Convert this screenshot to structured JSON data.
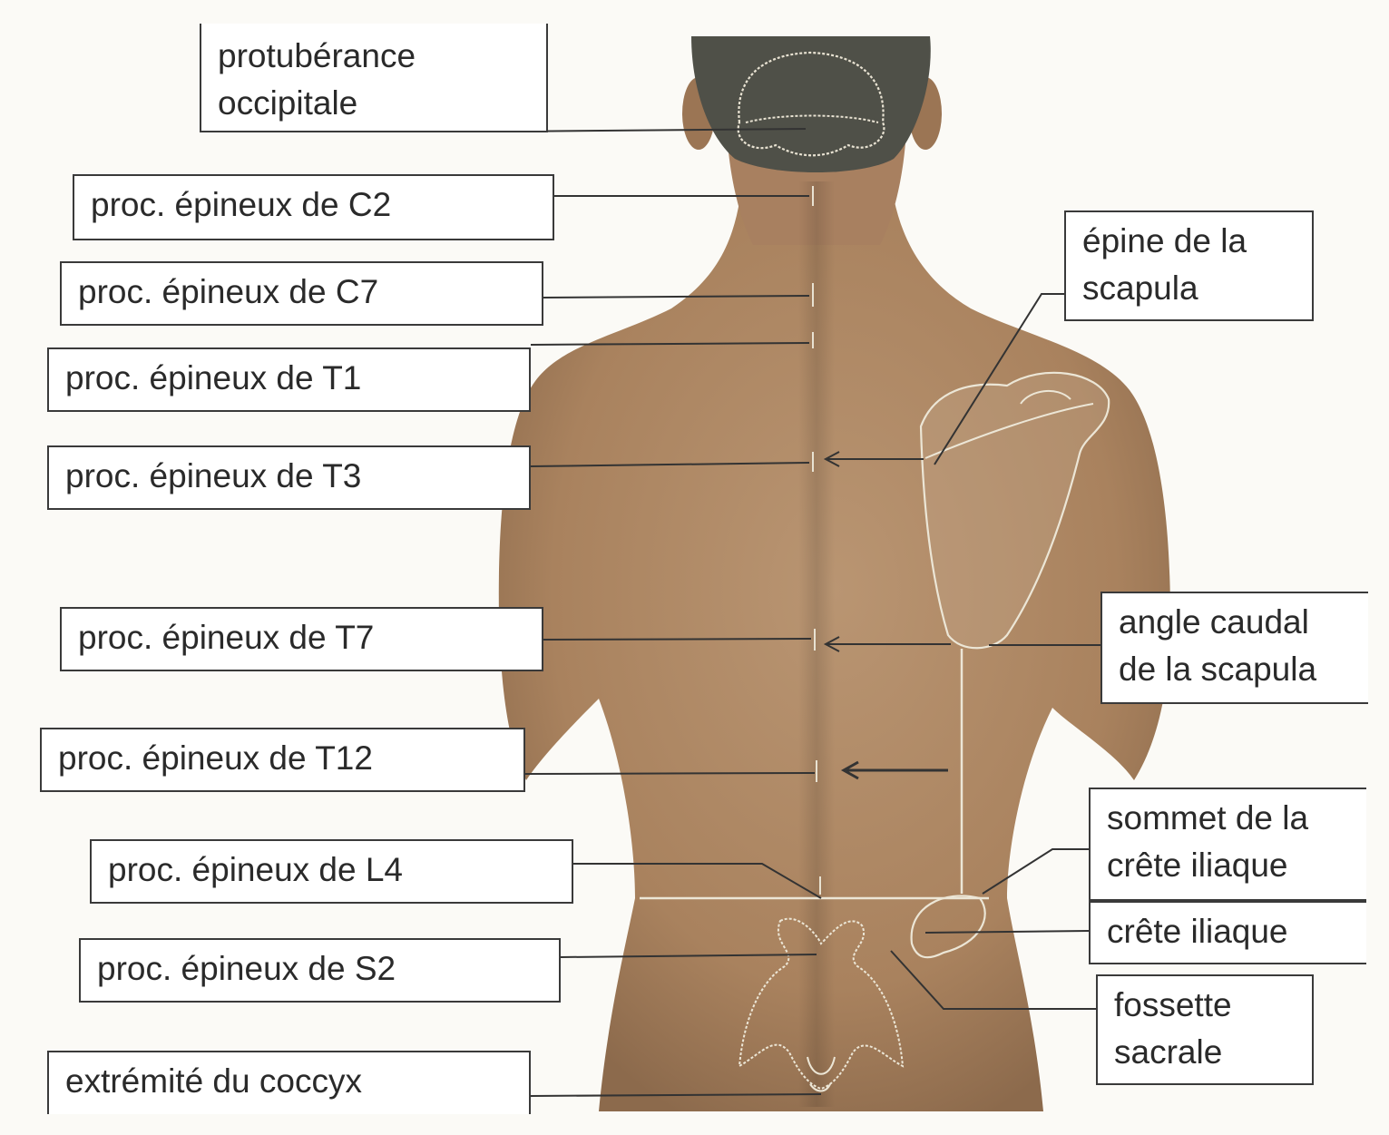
{
  "labels": {
    "occipital_line1": "protubérance",
    "occipital_line2": "occipitale",
    "c2": "proc. épineux de C2",
    "c7": "proc. épineux de C7",
    "t1": "proc. épineux de T1",
    "t3": "proc. épineux de T3",
    "t7": "proc. épineux de T7",
    "t12": "proc. épineux de T12",
    "l4": "proc. épineux de L4",
    "s2": "proc. épineux de S2",
    "coccyx": "extrémité du coccyx",
    "scapula_spine_line1": "épine de la",
    "scapula_spine_line2": "scapula",
    "scapula_angle_line1": "angle caudal",
    "scapula_angle_line2": "de la scapula",
    "crest_top_line1": "sommet de la",
    "crest_top_line2": "crête iliaque",
    "iliac_crest": "crête iliaque",
    "sacral_line1": "fossette",
    "sacral_line2": "sacrale"
  },
  "colors": {
    "skin": "#b18a66",
    "skin_dark": "#8a6647",
    "hair": "#4f5048",
    "bone_outline": "#e8e2d2",
    "leader_line": "#333333",
    "background": "#fbfaf6"
  }
}
